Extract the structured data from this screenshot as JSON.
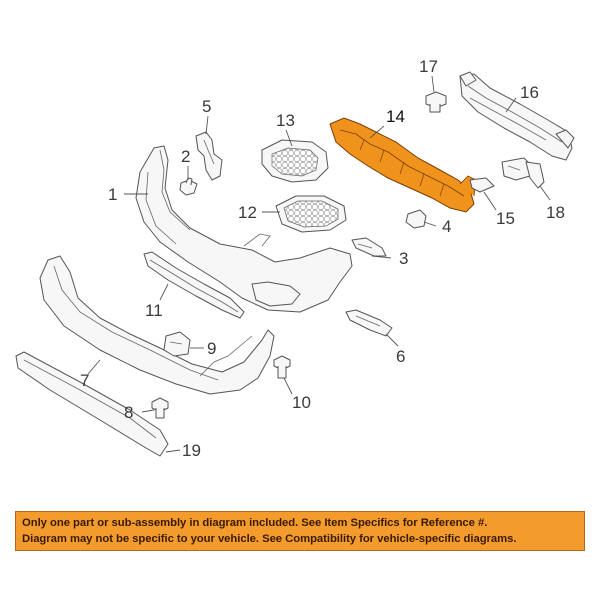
{
  "diagram": {
    "callouts": {
      "c1": "1",
      "c2": "2",
      "c3": "3",
      "c4": "4",
      "c5": "5",
      "c6": "6",
      "c7": "7",
      "c8": "8",
      "c9": "9",
      "c10": "10",
      "c11": "11",
      "c12": "12",
      "c13": "13",
      "c14": "14",
      "c15": "15",
      "c16": "16",
      "c17": "17",
      "c18": "18",
      "c19": "19"
    },
    "highlighted_callout": "14",
    "colors": {
      "highlight_part": "#f0931d",
      "highlight_outline": "#7a3d00",
      "banner_background": "#f39c2d",
      "banner_text": "#3a1a00"
    }
  },
  "banner": {
    "line1": "Only one part or sub-assembly in diagram included. See Item Specifics for Reference #.",
    "line2": "Diagram may not be specific to your vehicle. See Compatibility for vehicle-specific diagrams."
  }
}
